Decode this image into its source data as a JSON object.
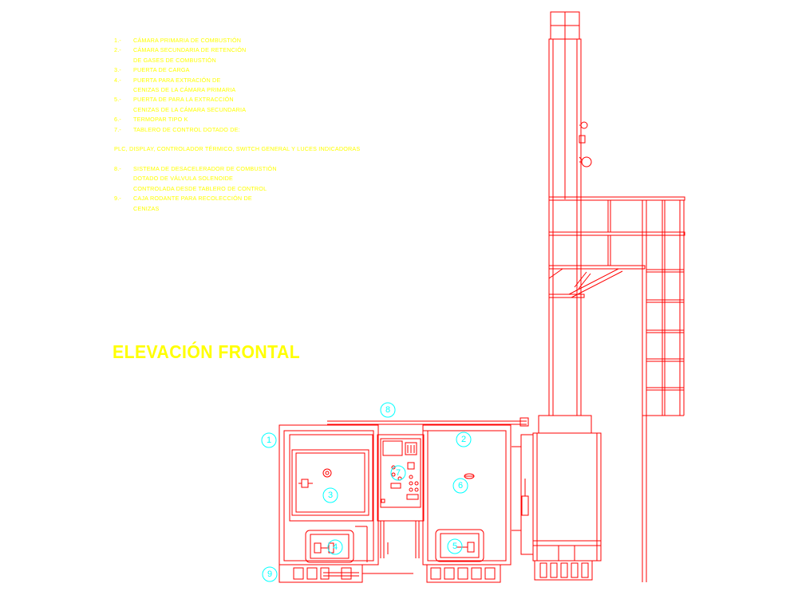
{
  "title": "ELEVACIÓN FRONTAL",
  "notes": [
    {
      "num": "1.-",
      "text": "CÁMARA PRIMARIA DE COMBUSTIÓN"
    },
    {
      "num": "2.-",
      "text": "CÁMARA SECUNDARIA DE RETENCIÓN"
    },
    {
      "num": "",
      "text": "DE GASES DE COMBUSTIÓN"
    },
    {
      "num": "3.-",
      "text": "PUERTA DE CARGA"
    },
    {
      "num": "4.-",
      "text": "PUERTA PARA EXTRACIÓN DE"
    },
    {
      "num": "",
      "text": "CENIZAS DE LA CÁMARA PRIMARIA"
    },
    {
      "num": "5.-",
      "text": "PUERTA DE PARA LA EXTRACCIÓN"
    },
    {
      "num": "",
      "text": "CENIZAS DE LA CÁMARA SECUNDARIA"
    },
    {
      "num": "6.-",
      "text": "TERMOPAR TIPO K"
    },
    {
      "num": "7.-",
      "text": "TABLERO DE CONTROL DOTADO DE:"
    },
    {
      "num": "gap",
      "text": ""
    },
    {
      "num": "full",
      "text": "PLC, DISPLAY, CONTROLADOR TÉRMICO, SWITCH GENERAL Y LUCES INDICADORAS"
    },
    {
      "num": "gap",
      "text": ""
    },
    {
      "num": "8.-",
      "text": "SISTEMA DE DESACELERADOR DE COMBUSTIÓN"
    },
    {
      "num": "",
      "text": "DOTADO DE VÁLVULA SOLENOIDE"
    },
    {
      "num": "",
      "text": "CONTROLADA DESDE TABLERO DE CONTROL"
    },
    {
      "num": "9.-",
      "text": "CAJA RODANTE PARA RECOLECCIÓN DE"
    },
    {
      "num": "",
      "text": "CENIZAS"
    }
  ],
  "callouts": [
    {
      "id": "1",
      "label": "1"
    },
    {
      "id": "2",
      "label": "2"
    },
    {
      "id": "3",
      "label": "3"
    },
    {
      "id": "4",
      "label": "4"
    },
    {
      "id": "5",
      "label": "5"
    },
    {
      "id": "6",
      "label": "6"
    },
    {
      "id": "7",
      "label": "7"
    },
    {
      "id": "8",
      "label": "8"
    },
    {
      "id": "9",
      "label": "9"
    }
  ],
  "colors": {
    "background": "#ffffff",
    "drawing_lines": "#ff0000",
    "annotation_text": "#ffff00",
    "callouts": "#00ffff"
  }
}
